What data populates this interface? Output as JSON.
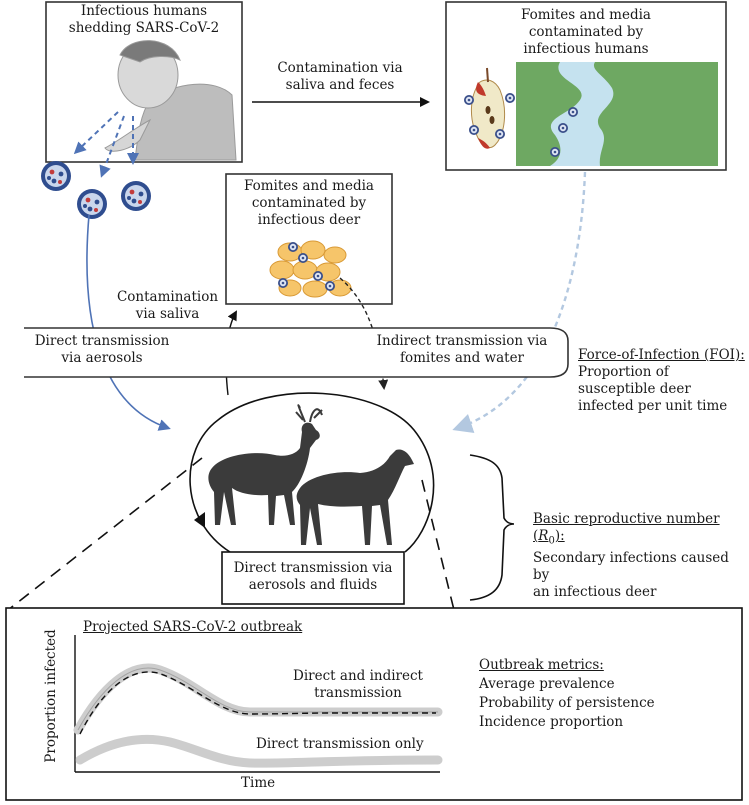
{
  "humans_box": {
    "title_line1": "Infectious humans",
    "title_line2": "shedding SARS-CoV-2"
  },
  "human_fomites_box": {
    "line1": "Fomites and media",
    "line2": "contaminated by",
    "line3": "infectious humans"
  },
  "deer_fomites_box": {
    "line1": "Fomites and media",
    "line2": "contaminated by",
    "line3": "infectious deer"
  },
  "labels": {
    "contamination_saliva_feces_1": "Contamination via",
    "contamination_saliva_feces_2": "saliva and feces",
    "contamination_saliva_1": "Contamination",
    "contamination_saliva_2": "via saliva",
    "direct_aerosols_1": "Direct transmission",
    "direct_aerosols_2": "via aerosols",
    "indirect_1": "Indirect transmission via",
    "indirect_2": "fomites and water",
    "direct_fluids_1": "Direct transmission via",
    "direct_fluids_2": "aerosols and fluids"
  },
  "foi": {
    "title": "Force-of-Infection (FOI):",
    "line1": "Proportion of",
    "line2": "susceptible deer",
    "line3": "infected per unit time"
  },
  "r0": {
    "title_prefix": "Basic reproductive number (",
    "title_symbol": "R",
    "title_sub": "0",
    "title_suffix": "):",
    "line1": "Secondary infections caused by",
    "line2": "an infectious deer"
  },
  "outbreak_panel": {
    "chart_title": "Projected SARS-CoV-2 outbreak",
    "ylabel": "Proportion infected",
    "xlabel": "Time",
    "series_label_upper_1": "Direct and indirect",
    "series_label_upper_2": "transmission",
    "series_label_lower": "Direct transmission only",
    "metrics_title": "Outbreak metrics:",
    "metrics": [
      "Average prevalence",
      "Probability of persistence",
      "Incidence proportion"
    ]
  },
  "chart_data": {
    "type": "line",
    "title": "Projected SARS-CoV-2 outbreak",
    "xlabel": "Time",
    "ylabel": "Proportion infected",
    "series": [
      {
        "name": "Direct and indirect transmission",
        "style": "dashed-with-band"
      },
      {
        "name": "Direct transmission only",
        "style": "band"
      }
    ]
  },
  "colors": {
    "blue_arrow": "#4f73b6",
    "light_blue_arrow": "#b3c8e0",
    "deer": "#3b3b3b",
    "band": "#d0d0d0",
    "water": "#c5e2ef",
    "grass": "#6ea862"
  }
}
